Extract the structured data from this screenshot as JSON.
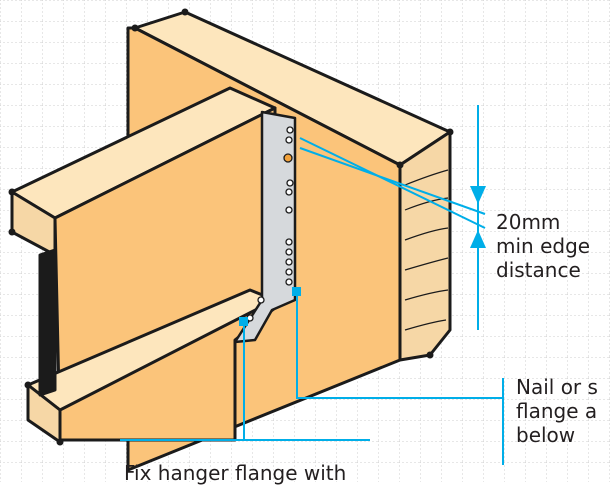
{
  "colors": {
    "timber": "#fbc47a",
    "timber_top": "#fde6bd",
    "outline": "#1b1b1b",
    "hanger": "#d6d9dc",
    "accent": "#00aee8",
    "grid": "#cfcfcf"
  },
  "labels": {
    "edge_distance": [
      "20mm",
      "min edge",
      "distance"
    ],
    "nailing": [
      "Nail or s",
      "flange a",
      "below"
    ],
    "fixing": [
      "Fix hanger flange with"
    ]
  }
}
